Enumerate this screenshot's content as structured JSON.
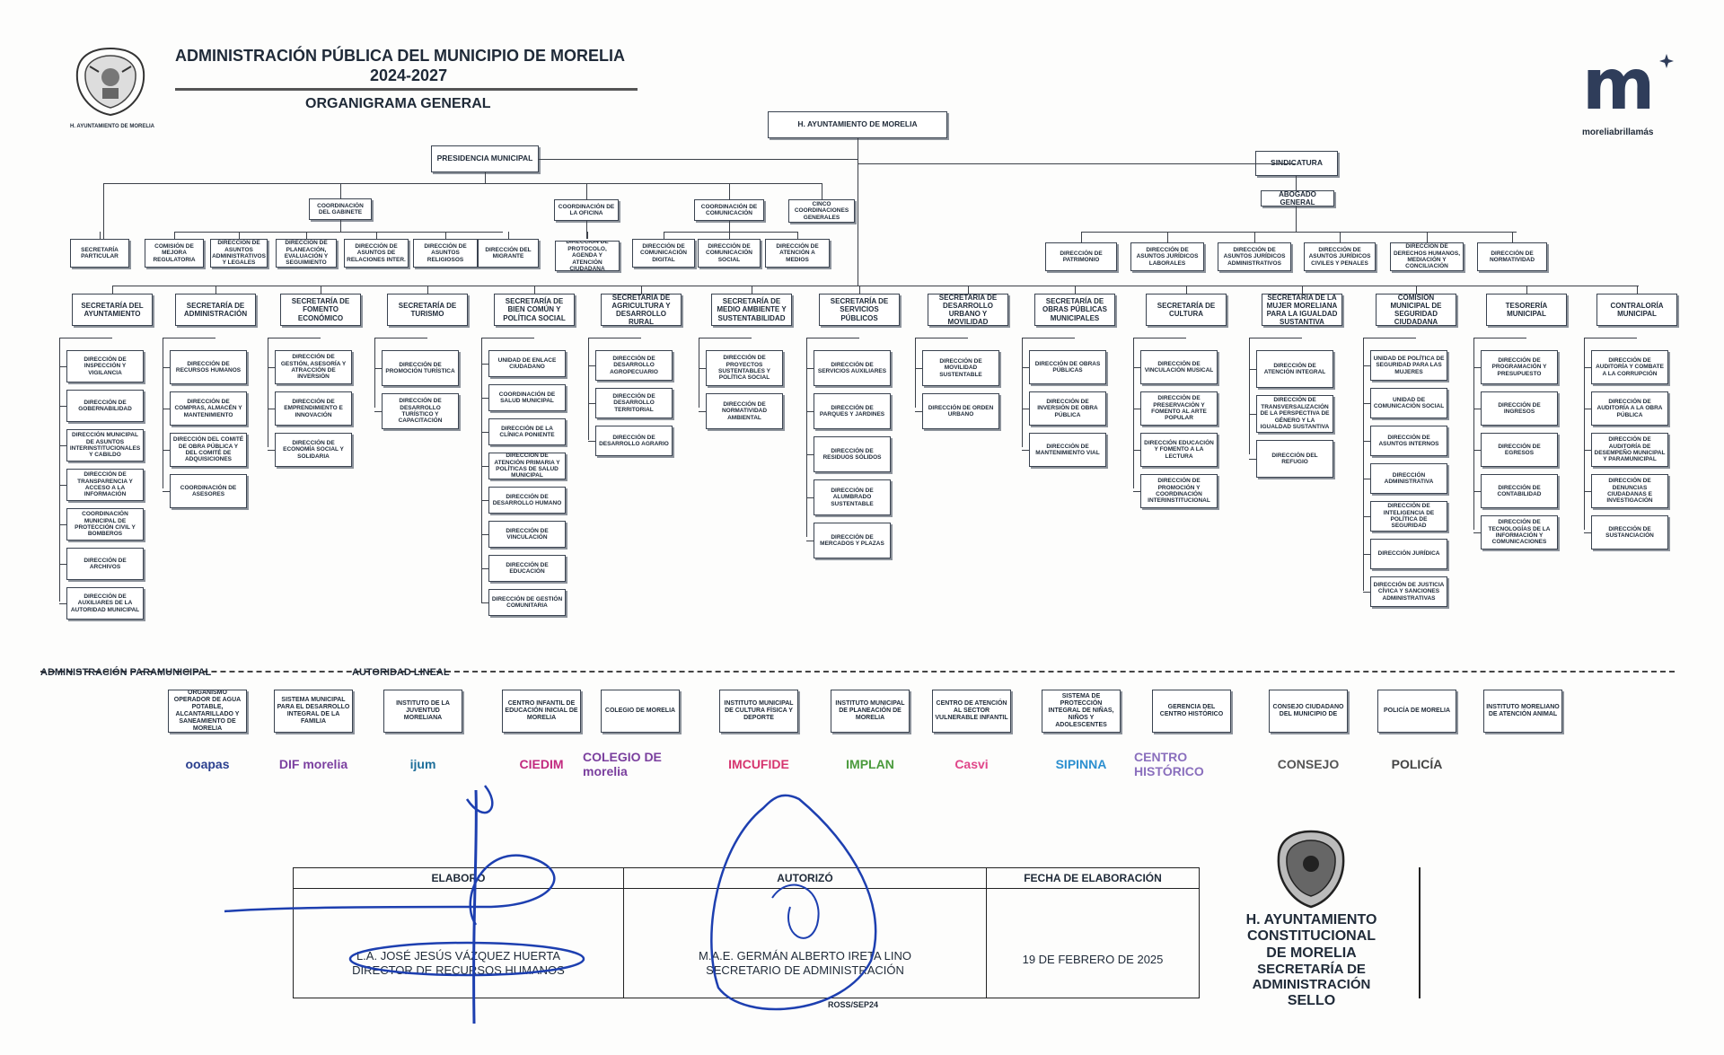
{
  "header": {
    "title": "ADMINISTRACIÓN PÚBLICA DEL MUNICIPIO DE MORELIA",
    "period": "2024-2027",
    "subtitle": "ORGANIGRAMA GENERAL",
    "seal_caption": "H. AYUNTAMIENTO DE MORELIA",
    "brand_logo": "m",
    "brand_caption": "moreliabrillamás"
  },
  "top": {
    "ayuntamiento": "H. AYUNTAMIENTO DE MORELIA",
    "presidencia": "PRESIDENCIA MUNICIPAL",
    "sindicatura": "SINDICATURA",
    "abogado": "ABOGADO GENERAL"
  },
  "coordinations": {
    "gabinete": "COORDINACIÓN DEL GABINETE",
    "oficina": "COORDINACIÓN DE LA OFICINA",
    "comunicacion": "COORDINACIÓN DE COMUNICACIÓN",
    "cinco": "CINCO COORDINACIONES GENERALES"
  },
  "row2_left": [
    "SECRETARÍA PARTICULAR",
    "COMISIÓN DE MEJORA REGULATORIA",
    "DIRECCIÓN DE ASUNTOS ADMINISTRATIVOS Y LEGALES",
    "DIRECCIÓN DE PLANEACIÓN, EVALUACIÓN Y SEGUIMIENTO",
    "DIRECCIÓN DE ASUNTOS DE RELACIONES INTER.",
    "DIRECCIÓN DE ASUNTOS RELIGIOSOS",
    "DIRECCIÓN DEL MIGRANTE",
    "DIRECCIÓN DE PROTOCOLO, AGENDA Y ATENCIÓN CIUDADANA",
    "DIRECCIÓN DE COMUNICACIÓN DIGITAL",
    "DIRECCIÓN DE COMUNICACIÓN SOCIAL",
    "DIRECCIÓN DE ATENCIÓN A MEDIOS"
  ],
  "row2_right": [
    "DIRECCIÓN DE PATRIMONIO",
    "DIRECCIÓN DE ASUNTOS JURÍDICOS LABORALES",
    "DIRECCIÓN DE ASUNTOS JURÍDICOS ADMINISTRATIVOS",
    "DIRECCIÓN DE ASUNTOS JURÍDICOS CIVILES Y PENALES",
    "DIRECCIÓN DE DERECHOS HUMANOS, MEDIACIÓN Y CONCILIACIÓN",
    "DIRECCIÓN DE NORMATIVIDAD"
  ],
  "secretarias": [
    {
      "name": "SECRETARÍA DEL AYUNTAMIENTO",
      "items": [
        "DIRECCIÓN DE INSPECCIÓN Y VIGILANCIA",
        "DIRECCIÓN DE GOBERNABILIDAD",
        "DIRECCIÓN MUNICIPAL DE ASUNTOS INTERINSTITUCIONALES Y CABILDO",
        "DIRECCIÓN DE TRANSPARENCIA Y ACCESO A LA INFORMACIÓN",
        "COORDINACIÓN MUNICIPAL DE PROTECCIÓN CIVIL Y BOMBEROS",
        "DIRECCIÓN DE ARCHIVOS",
        "DIRECCIÓN DE AUXILIARES DE LA AUTORIDAD MUNICIPAL"
      ]
    },
    {
      "name": "SECRETARÍA DE ADMINISTRACIÓN",
      "items": [
        "DIRECCIÓN DE RECURSOS HUMANOS",
        "DIRECCIÓN DE COMPRAS, ALMACÉN Y MANTENIMIENTO",
        "DIRECCIÓN DEL COMITÉ DE OBRA PÚBLICA Y DEL COMITÉ DE ADQUISICIONES",
        "COORDINACIÓN DE ASESORES"
      ]
    },
    {
      "name": "SECRETARÍA DE FOMENTO ECONÓMICO",
      "items": [
        "DIRECCIÓN DE GESTIÓN, ASESORÍA Y ATRACCIÓN DE INVERSIÓN",
        "DIRECCIÓN DE EMPRENDIMIENTO E INNOVACIÓN",
        "DIRECCIÓN DE ECONOMÍA SOCIAL Y SOLIDARIA"
      ]
    },
    {
      "name": "SECRETARÍA DE TURISMO",
      "items": [
        "DIRECCIÓN DE PROMOCIÓN TURÍSTICA",
        "DIRECCIÓN DE DESARROLLO TURÍSTICO Y CAPACITACIÓN"
      ]
    },
    {
      "name": "SECRETARÍA DE BIEN COMÚN Y POLÍTICA SOCIAL",
      "items": [
        "UNIDAD DE ENLACE CIUDADANO",
        "COORDINACIÓN DE SALUD MUNICIPAL",
        "DIRECCIÓN DE LA CLÍNICA PONIENTE",
        "DIRECCIÓN DE ATENCIÓN PRIMARIA Y POLÍTICAS DE SALUD MUNICIPAL",
        "DIRECCIÓN DE DESARROLLO HUMANO",
        "DIRECCIÓN DE VINCULACIÓN",
        "DIRECCIÓN DE EDUCACIÓN",
        "DIRECCIÓN DE GESTIÓN COMUNITARIA"
      ]
    },
    {
      "name": "SECRETARÍA DE AGRICULTURA Y DESARROLLO RURAL",
      "items": [
        "DIRECCIÓN DE DESARROLLO AGROPECUARIO",
        "DIRECCIÓN DE DESARROLLO TERRITORIAL",
        "DIRECCIÓN DE DESARROLLO AGRARIO"
      ]
    },
    {
      "name": "SECRETARÍA DE MEDIO AMBIENTE Y SUSTENTABILIDAD",
      "items": [
        "DIRECCIÓN DE PROYECTOS SUSTENTABLES Y POLÍTICA SOCIAL",
        "DIRECCIÓN DE NORMATIVIDAD AMBIENTAL"
      ]
    },
    {
      "name": "SECRETARÍA DE SERVICIOS PÚBLICOS",
      "items": [
        "DIRECCIÓN DE SERVICIOS AUXILIARES",
        "DIRECCIÓN DE PARQUES Y JARDINES",
        "DIRECCIÓN DE RESIDUOS SÓLIDOS",
        "DIRECCIÓN DE ALUMBRADO SUSTENTABLE",
        "DIRECCIÓN DE MERCADOS Y PLAZAS"
      ]
    },
    {
      "name": "SECRETARÍA DE DESARROLLO URBANO Y MOVILIDAD",
      "items": [
        "DIRECCIÓN DE MOVILIDAD SUSTENTABLE",
        "DIRECCIÓN DE ORDEN URBANO"
      ]
    },
    {
      "name": "SECRETARÍA DE OBRAS PÚBLICAS MUNICIPALES",
      "items": [
        "DIRECCIÓN DE OBRAS PÚBLICAS",
        "DIRECCIÓN DE INVERSIÓN DE OBRA PÚBLICA",
        "DIRECCIÓN DE MANTENIMIENTO VIAL"
      ]
    },
    {
      "name": "SECRETARÍA DE CULTURA",
      "items": [
        "DIRECCIÓN DE VINCULACIÓN MUSICAL",
        "DIRECCIÓN DE PRESERVACIÓN Y FOMENTO AL ARTE POPULAR",
        "DIRECCIÓN EDUCACIÓN Y FOMENTO A LA LECTURA",
        "DIRECCIÓN DE PROMOCIÓN Y COORDINACIÓN INTERINSTITUCIONAL"
      ]
    },
    {
      "name": "SECRETARÍA DE LA MUJER MORELIANA PARA LA IGUALDAD SUSTANTIVA",
      "items": [
        "DIRECCIÓN DE ATENCIÓN INTEGRAL",
        "DIRECCIÓN DE TRANSVERSALIZACIÓN DE LA PERSPECTIVA DE GÉNERO Y LA IGUALDAD SUSTANTIVA",
        "DIRECCIÓN DEL REFUGIO"
      ]
    },
    {
      "name": "COMISIÓN MUNICIPAL DE SEGURIDAD CIUDADANA",
      "items": [
        "UNIDAD DE POLÍTICA DE SEGURIDAD PARA LAS MUJERES",
        "UNIDAD DE COMUNICACIÓN SOCIAL",
        "DIRECCIÓN DE ASUNTOS INTERNOS",
        "DIRECCIÓN ADMINISTRATIVA",
        "DIRECCIÓN DE INTELIGENCIA DE POLÍTICA DE SEGURIDAD",
        "DIRECCIÓN JURÍDICA",
        "DIRECCIÓN DE JUSTICIA CÍVICA Y SANCIONES ADMINISTRATIVAS"
      ]
    },
    {
      "name": "TESORERÍA MUNICIPAL",
      "items": [
        "DIRECCIÓN DE PROGRAMACIÓN Y PRESUPUESTO",
        "DIRECCIÓN DE INGRESOS",
        "DIRECCIÓN DE EGRESOS",
        "DIRECCIÓN DE CONTABILIDAD",
        "DIRECCIÓN DE TECNOLOGÍAS DE LA INFORMACIÓN Y COMUNICACIONES"
      ]
    },
    {
      "name": "CONTRALORÍA MUNICIPAL",
      "items": [
        "DIRECCIÓN DE AUDITORÍA Y COMBATE A LA CORRUPCIÓN",
        "DIRECCIÓN DE AUDITORÍA A LA OBRA PÚBLICA",
        "DIRECCIÓN DE AUDITORÍA DE DESEMPEÑO MUNICIPAL Y PARAMUNICIPAL",
        "DIRECCIÓN DE DENUNCIAS CIUDADANAS E INVESTIGACIÓN",
        "DIRECCIÓN DE SUSTANCIACIÓN"
      ]
    }
  ],
  "sections": {
    "paramunicipal": "ADMINISTRACIÓN PARAMUNICIPAL",
    "autoridad": "AUTORIDAD LINEAL"
  },
  "paramunicipales": [
    {
      "name": "ORGANISMO OPERADOR DE AGUA POTABLE, ALCANTARILLADO Y SANEAMIENTO DE MORELIA",
      "logo": "ooapas",
      "color": "#2a3f8f"
    },
    {
      "name": "SISTEMA MUNICIPAL PARA EL DESARROLLO INTEGRAL DE LA FAMILIA",
      "logo": "DIF morelia",
      "color": "#7b3fa0"
    },
    {
      "name": "INSTITUTO DE LA JUVENTUD MORELIANA",
      "logo": "ijum",
      "color": "#1d6e9a"
    },
    {
      "name": "CENTRO INFANTIL DE EDUCACIÓN INICIAL DE MORELIA",
      "logo": "CIEDIM",
      "color": "#c2297f"
    },
    {
      "name": "COLEGIO DE MORELIA",
      "logo": "COLEGIO DE morelia",
      "color": "#7a3f9e"
    },
    {
      "name": "INSTITUTO MUNICIPAL DE CULTURA FÍSICA Y DEPORTE",
      "logo": "IMCUFIDE",
      "color": "#d6356f"
    },
    {
      "name": "INSTITUTO MUNICIPAL DE PLANEACIÓN DE MORELIA",
      "logo": "IMPLAN",
      "color": "#4a9a3c"
    },
    {
      "name": "CENTRO DE ATENCIÓN AL SECTOR VULNERABLE INFANTIL",
      "logo": "Casvi",
      "color": "#e0468a"
    },
    {
      "name": "SISTEMA DE PROTECCIÓN INTEGRAL DE NIÑAS, NIÑOS Y ADOLESCENTES",
      "logo": "SIPINNA",
      "color": "#2b8fd0"
    },
    {
      "name": "GERENCIA DEL CENTRO HISTÓRICO",
      "logo": "CENTRO HISTÓRICO",
      "color": "#8a6fbd"
    },
    {
      "name": "CONSEJO CIUDADANO DEL MUNICIPIO DE",
      "logo": "CONSEJO",
      "color": "#555555"
    },
    {
      "name": "POLICÍA DE MORELIA",
      "logo": "POLICÍA",
      "color": "#444444"
    },
    {
      "name": "INSTITUTO MORELIANO DE ATENCIÓN ANIMAL",
      "logo": "",
      "color": "#444444"
    }
  ],
  "signatures": {
    "elaboro_label": "ELABORÓ",
    "elaboro_name": "L.A. JOSÉ JESÚS VÁZQUEZ HUERTA",
    "elaboro_title": "DIRECTOR DE RECURSOS HUMANOS",
    "autorizo_label": "AUTORIZÓ",
    "autorizo_name": "M.A.E. GERMÁN ALBERTO IRETA LINO",
    "autorizo_title": "SECRETARIO DE ADMINISTRACIÓN",
    "fecha_label": "FECHA DE ELABORACIÓN",
    "fecha_value": "19 DE FEBRERO DE 2025",
    "code": "ROSS/SEP24"
  },
  "stamp": {
    "line1": "H. AYUNTAMIENTO",
    "line2": "CONSTITUCIONAL",
    "line3": "DE MORELIA",
    "line4": "SECRETARÍA DE ADMINISTRACIÓN",
    "line5": "SELLO"
  },
  "colors": {
    "ink": "#1f2a38",
    "signature_blue": "#1d3fb0",
    "brand": "#2f3d5a",
    "brand_accent": "#1f2a38"
  }
}
